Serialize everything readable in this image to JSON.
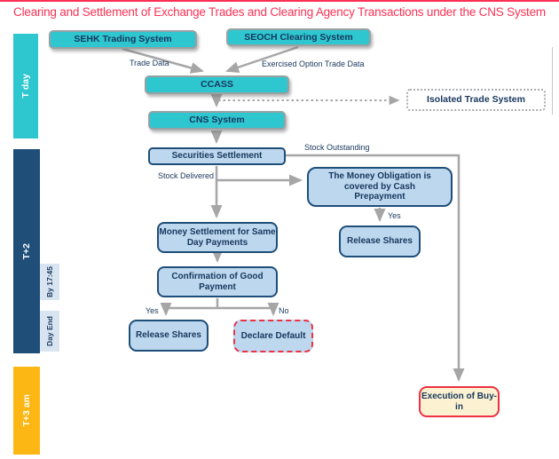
{
  "title": "Clearing and Settlement of Exchange Trades and Clearing Agency Transactions under the CNS System",
  "timeline": {
    "t_day": "T day",
    "t_plus_2": "T+2",
    "by_17_45": "By 17:45",
    "day_end": "Day End",
    "t_plus_3_am": "T+3 am"
  },
  "nodes": {
    "sehk": "SEHK Trading System",
    "seoch": "SEOCH Clearing System",
    "ccass": "CCASS",
    "cns": "CNS System",
    "isolated_trade": "Isolated Trade System",
    "securities_settlement": "Securities Settlement",
    "money_obligation": "The Money Obligation is covered by Cash Prepayment",
    "money_settlement": "Money Settlement for Same Day Payments",
    "confirmation_good_payment": "Confirmation of Good Payment",
    "release_shares_top": "Release Shares",
    "release_shares_bottom": "Release Shares",
    "declare_default": "Declare Default",
    "execution_buy_in": "Execution of Buy-in"
  },
  "edge_labels": {
    "trade_data": "Trade Data",
    "exercised_option": "Exercised Option Trade Data",
    "stock_outstanding": "Stock Outstanding",
    "stock_delivered": "Stock Delivered",
    "yes_cash_prepayment": "Yes",
    "yes_good_payment": "Yes",
    "no_good_payment": "No"
  },
  "colors": {
    "title_red": "#FB3054",
    "teal": "#2EC6CF",
    "navy": "#1F4E79",
    "light_blue": "#BDD7EE",
    "label_bg": "#D9E4F1",
    "gold": "#FDB714",
    "alert_red": "#EC3142",
    "cream": "#FCF2D2",
    "connector_gray": "#A6A6A6",
    "text_navy": "#17375D"
  }
}
